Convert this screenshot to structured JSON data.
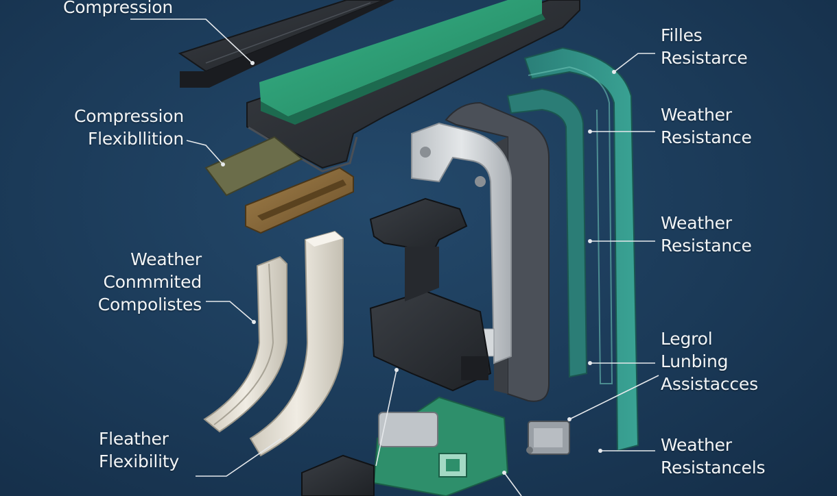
{
  "labels": {
    "top_left": {
      "line1": "Compression"
    },
    "mid_left": {
      "line1": "Compression",
      "line2": "Flexibllition"
    },
    "left_composites": {
      "line1": "Weather",
      "line2": "Conmmited",
      "line3": "Compolistes"
    },
    "bottom_left": {
      "line1": "Fleather",
      "line2": "Flexibility"
    },
    "right_1": {
      "line1": "Filles",
      "line2": "Resistarce"
    },
    "right_2": {
      "line1": "Weather",
      "line2": "Resistance"
    },
    "right_3": {
      "line1": "Weather",
      "line2": "Resistance"
    },
    "right_4": {
      "line1": "Legrol",
      "line2": "Lunbing",
      "line3": "Assistacces"
    },
    "right_5": {
      "line1": "Weather",
      "line2": "Resistancels"
    }
  },
  "colors": {
    "background": "#1b3a58",
    "green_strip": "#2fa37c",
    "dark_plastic": "#2b2e33",
    "teal_frame": "#2f8f86",
    "light_grey": "#cfd3d6",
    "beige": "#e2ded3",
    "bronze": "#8a6a3a",
    "olive": "#6b6d4a",
    "leader_line": "#e6e9ec"
  },
  "icons": [
    "component-explosion-illustration"
  ]
}
